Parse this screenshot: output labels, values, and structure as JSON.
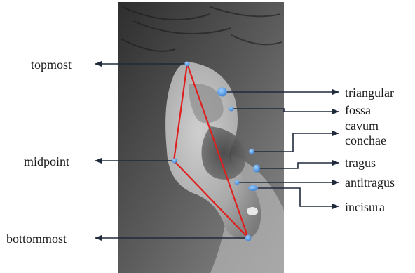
{
  "labels": {
    "topmost": "topmost",
    "midpoint": "midpoint",
    "bottommost": "bottommost",
    "triangular": "triangular",
    "fossa": "fossa",
    "cavum": "cavum",
    "conchae": "conchae",
    "tragus": "tragus",
    "antitragus": "antitragus",
    "incisura": "incisura"
  },
  "colors": {
    "triangle": "#e01e1e",
    "landmark_point": "#4a90e2",
    "arrow": "#1f2a3a"
  }
}
